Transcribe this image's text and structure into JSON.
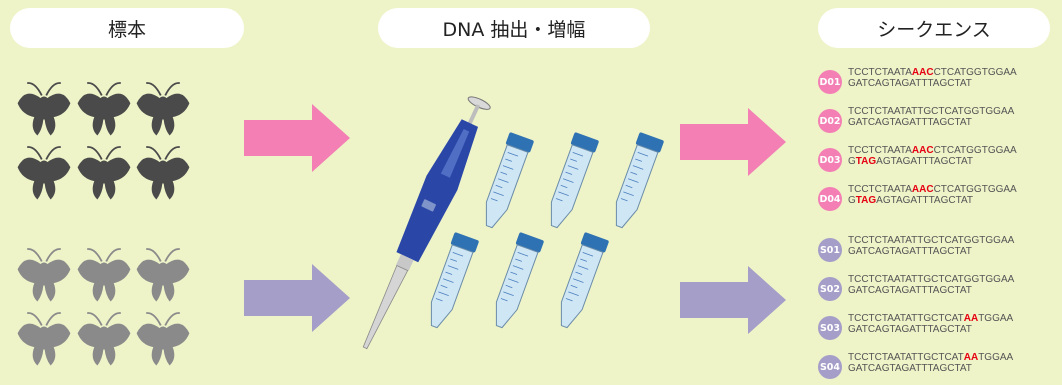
{
  "headers": {
    "specimen": "標本",
    "dna": "DNA 抽出・増幅",
    "sequence": "シークエンス"
  },
  "colors": {
    "background": "#eef3c8",
    "arrow_top": "#f37fb4",
    "arrow_bottom": "#a59ec8",
    "moth_dark": "#4a4a4a",
    "moth_light": "#8a8a8a",
    "pipette_blue": "#2a47a8",
    "tube_cap": "#2e72b3",
    "tube_body": "#cfe6f5",
    "mutation": "#e60012",
    "badge_d": "#f37fb4",
    "badge_s": "#a59ec8"
  },
  "icons": {
    "specimen_top": "moth-dark-icon",
    "specimen_bottom": "moth-gray-icon",
    "arrows": "right-arrow-icon",
    "pipette": "pipette-icon",
    "tubes": "centrifuge-tube-icon"
  },
  "sequences": [
    {
      "id": "D01",
      "group": "d",
      "line1": [
        [
          "TCCTCTAATA",
          false
        ],
        [
          "AAC",
          true
        ],
        [
          "CTCATGGTGGAA",
          false
        ]
      ],
      "line2": [
        [
          "GATCAGTAGATTTAGCTAT",
          false
        ]
      ]
    },
    {
      "id": "D02",
      "group": "d",
      "line1": [
        [
          "TCCTCTAATATTGCTCATGGTGGAA",
          false
        ]
      ],
      "line2": [
        [
          "GATCAGTAGATTTAGCTAT",
          false
        ]
      ]
    },
    {
      "id": "D03",
      "group": "d",
      "line1": [
        [
          "TCCTCTAATA",
          false
        ],
        [
          "AAC",
          true
        ],
        [
          "CTCATGGTGGAA",
          false
        ]
      ],
      "line2": [
        [
          "G",
          false
        ],
        [
          "TAG",
          true
        ],
        [
          "AGTAGATTTAGCTAT",
          false
        ]
      ]
    },
    {
      "id": "D04",
      "group": "d",
      "line1": [
        [
          "TCCTCTAATA",
          false
        ],
        [
          "AAC",
          true
        ],
        [
          "CTCATGGTGGAA",
          false
        ]
      ],
      "line2": [
        [
          "G",
          false
        ],
        [
          "TAG",
          true
        ],
        [
          "AGTAGATTTAGCTAT",
          false
        ]
      ]
    },
    {
      "id": "S01",
      "group": "s",
      "line1": [
        [
          "TCCTCTAATATTGCTCATGGTGGAA",
          false
        ]
      ],
      "line2": [
        [
          "GATCAGTAGATTTAGCTAT",
          false
        ]
      ]
    },
    {
      "id": "S02",
      "group": "s",
      "line1": [
        [
          "TCCTCTAATATTGCTCATGGTGGAA",
          false
        ]
      ],
      "line2": [
        [
          "GATCAGTAGATTTAGCTAT",
          false
        ]
      ]
    },
    {
      "id": "S03",
      "group": "s",
      "line1": [
        [
          "TCCTCTAATATTGCTCAT",
          false
        ],
        [
          "AA",
          true
        ],
        [
          "TGGAA",
          false
        ]
      ],
      "line2": [
        [
          "GATCAGTAGATTTAGCTAT",
          false
        ]
      ]
    },
    {
      "id": "S04",
      "group": "s",
      "line1": [
        [
          "TCCTCTAATATTGCTCAT",
          false
        ],
        [
          "AA",
          true
        ],
        [
          "TGGAA",
          false
        ]
      ],
      "line2": [
        [
          "GATCAGTAGATTTAGCTAT",
          false
        ]
      ]
    }
  ]
}
